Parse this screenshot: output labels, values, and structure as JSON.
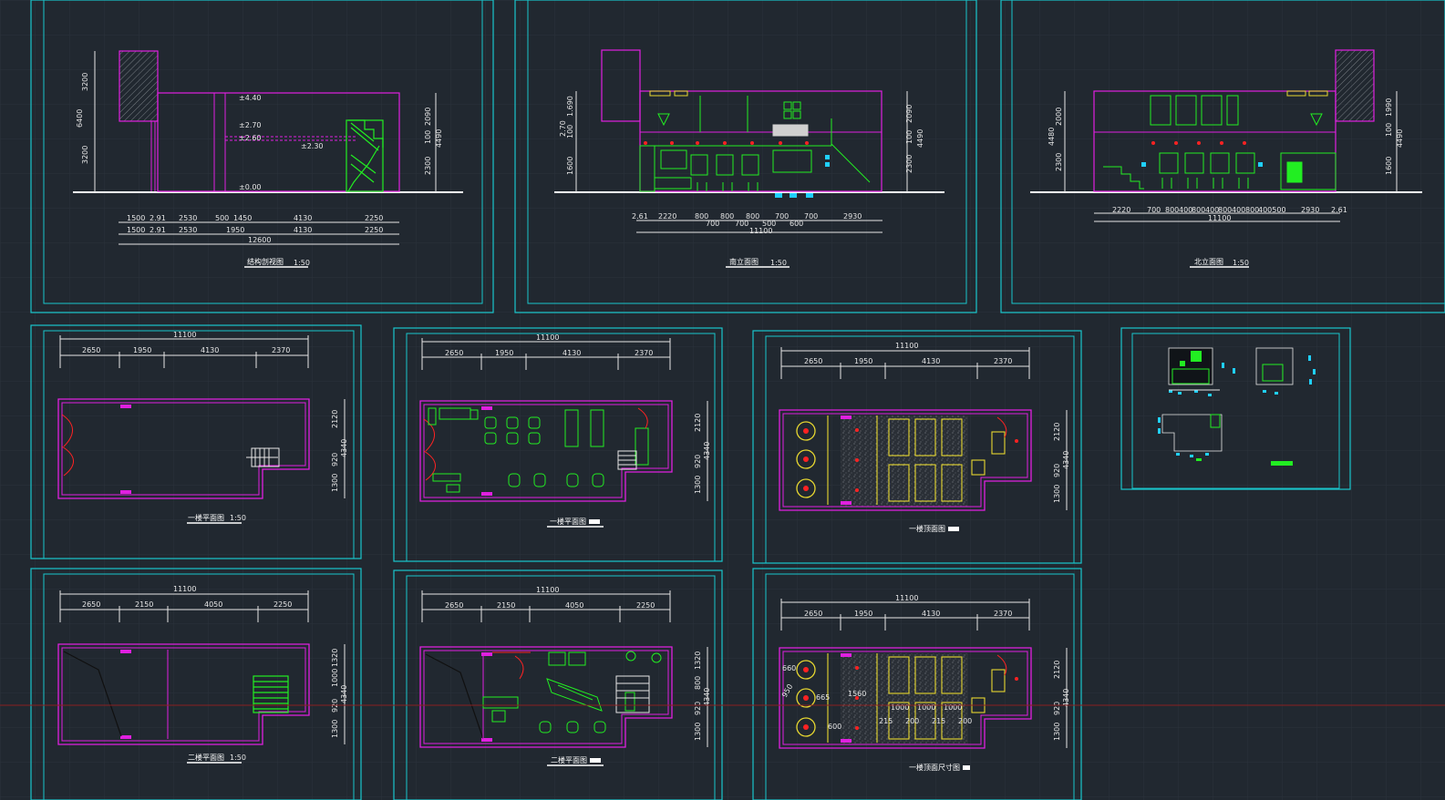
{
  "colors": {
    "background": "#212830",
    "grid": "#2a323b",
    "frame": "#19c6cc",
    "wall": "#e020e0",
    "equipment": "#22ee22",
    "dimension": "#e6e6e6",
    "highlight": "#e8d830",
    "marker": "#ff2222",
    "furniture_cyan": "#20d0ff",
    "crosshair": "#8a1f1f"
  },
  "sheets": {
    "section": {
      "title": "结构剖视图",
      "scale": "1:50",
      "left_dims": [
        "3200",
        "6400",
        "3200"
      ],
      "right_dims": [
        "2090",
        "100",
        "4490",
        "2300"
      ],
      "level_marks": [
        "±4.40",
        "±2.70",
        "±2.60",
        "±2.30",
        "±0.00"
      ],
      "row1": [
        "1500",
        "2.91",
        "2530",
        "500",
        "1450",
        "4130",
        "2250"
      ],
      "row2": [
        "1500",
        "2.91",
        "2530",
        "1950",
        "4130",
        "2250"
      ],
      "total": "12600"
    },
    "south": {
      "title": "南立面图",
      "scale": "1:50",
      "left_dims": [
        "1.690",
        "2.70",
        "100",
        "1600"
      ],
      "right_dims": [
        "2090",
        "100",
        "4490",
        "2300"
      ],
      "row1": [
        "2.61",
        "2220",
        "800",
        "800",
        "800",
        "700",
        "700",
        "2930"
      ],
      "row2": [
        "700",
        "700",
        "500",
        "600"
      ],
      "total": "11100"
    },
    "north": {
      "title": "北立面图",
      "scale": "1:50",
      "left_dims": [
        "2000",
        "4480",
        "2300"
      ],
      "right_dims": [
        "1990",
        "100",
        "4490",
        "1600"
      ],
      "row1": [
        "2220",
        "700",
        "800",
        "400",
        "800",
        "400",
        "800",
        "400",
        "800",
        "400500",
        "2930",
        "2.61"
      ],
      "total": "11100"
    },
    "plan1": {
      "title": "一楼平面图",
      "scale": "1:50",
      "total": "11100",
      "segments": [
        "2650",
        "1950",
        "4130",
        "2370"
      ],
      "right_dims": [
        "2120",
        "4340",
        "920",
        "1300"
      ]
    },
    "plan2": {
      "title": "一楼平面图",
      "total": "11100",
      "segments": [
        "2650",
        "1950",
        "4130",
        "2370"
      ],
      "right_dims": [
        "2120",
        "4340",
        "920",
        "1300"
      ]
    },
    "plan3": {
      "title": "一楼顶面图",
      "total": "11100",
      "segments": [
        "2650",
        "1950",
        "4130",
        "2370"
      ],
      "right_dims": [
        "2120",
        "4340",
        "920",
        "1300"
      ]
    },
    "plan4": {
      "title": "二楼平面图",
      "scale": "1:50",
      "total": "11100",
      "segments": [
        "2650",
        "2150",
        "4050",
        "2250"
      ],
      "right_dims": [
        "1320",
        "1000",
        "4340",
        "920",
        "1300"
      ]
    },
    "plan5": {
      "title": "二楼平面图",
      "total": "11100",
      "segments": [
        "2650",
        "2150",
        "4050",
        "2250"
      ],
      "right_dims": [
        "1320",
        "800",
        "4340",
        "920",
        "1300"
      ]
    },
    "plan6": {
      "title": "一楼顶面尺寸图",
      "total": "11100",
      "segments": [
        "2650",
        "1950",
        "4130",
        "2370"
      ],
      "right_dims": [
        "2120",
        "4340",
        "920",
        "1300"
      ],
      "inner_dims": [
        "660",
        "950",
        "665",
        "600",
        "1560",
        "1000",
        "1000",
        "1000",
        "215",
        "200",
        "215",
        "200"
      ]
    }
  }
}
